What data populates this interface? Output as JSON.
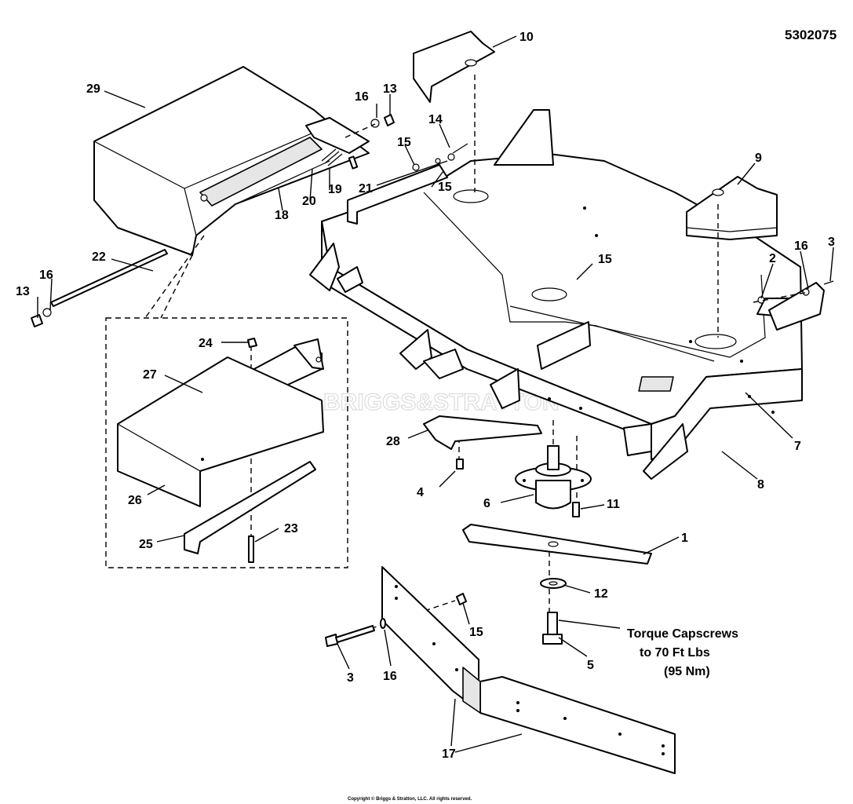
{
  "document_number": "5302075",
  "watermark": "BRIGGS&STRATTON",
  "copyright": "Copyright © Briggs & Stratton, LLC. All rights reserved.",
  "torque_note": [
    "Torque Capscrews",
    "to 70 Ft Lbs",
    "(95 Nm)"
  ],
  "callouts": {
    "c1": "1",
    "c2": "2",
    "c3a": "3",
    "c3b": "3",
    "c4": "4",
    "c5": "5",
    "c6": "6",
    "c7": "7",
    "c8": "8",
    "c9": "9",
    "c10": "10",
    "c11": "11",
    "c12": "12",
    "c13a": "13",
    "c13b": "13",
    "c14": "14",
    "c15a": "15",
    "c15b": "15",
    "c15c": "15",
    "c15d": "15",
    "c16a": "16",
    "c16b": "16",
    "c16c": "16",
    "c16d": "16",
    "c17": "17",
    "c18": "18",
    "c19": "19",
    "c20": "20",
    "c21": "21",
    "c22": "22",
    "c23": "23",
    "c24": "24",
    "c25": "25",
    "c26": "26",
    "c27": "27",
    "c28": "28",
    "c29": "29"
  }
}
